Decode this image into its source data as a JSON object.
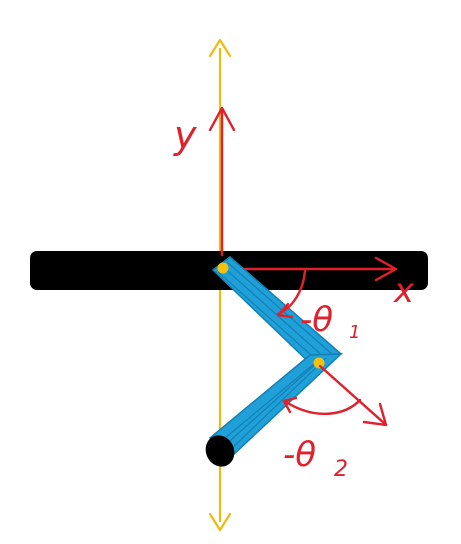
{
  "labels": {
    "x_axis": "x",
    "y_axis": "y",
    "theta1": "-θ",
    "theta1_sub": "1",
    "theta2": "-θ",
    "theta2_sub": "2"
  },
  "colors": {
    "background": "#ffffff",
    "vertical_guide": "#f2b90f",
    "axes": "#e0212b",
    "link": "#1fa0d8",
    "joint": "#f2c20f",
    "bar": "#000000",
    "end_effector": "#000000"
  },
  "icons": {
    "vertical_guide": "double-headed-arrow",
    "joint": "filled-circle",
    "end_effector": "filled-ellipse"
  }
}
